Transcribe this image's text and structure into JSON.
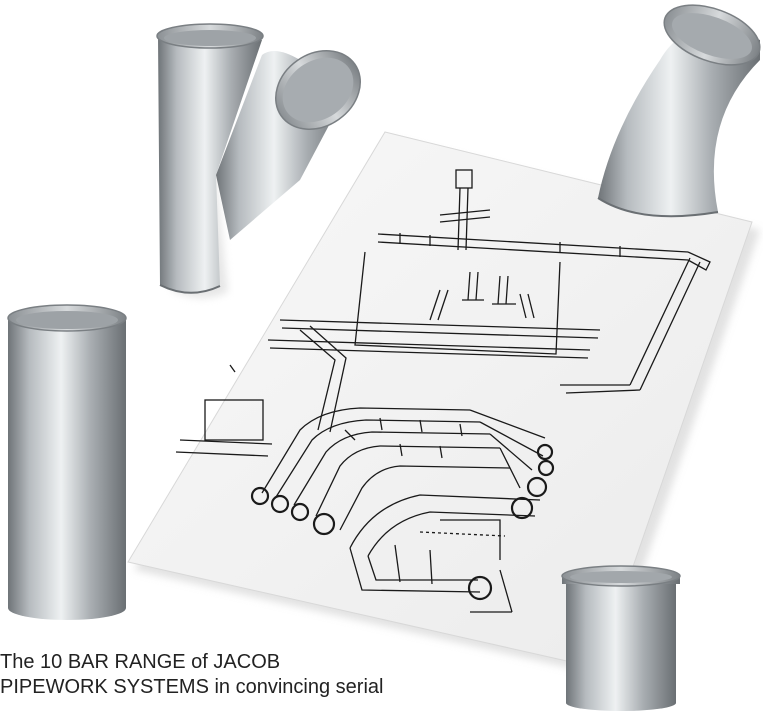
{
  "caption": {
    "line1": "The 10 BAR RANGE of JACOB",
    "line2": "PIPEWORK SYSTEMS in convincing serial"
  },
  "colors": {
    "background": "#ffffff",
    "paper": "#f4f4f4",
    "drawing_line": "#1a1a1a",
    "metal_dark": "#6f7478",
    "metal_mid": "#a9aeb2",
    "metal_light": "#e9ecee",
    "caption_text": "#222222"
  },
  "objects": {
    "blueprint": "pipework-technical-drawing",
    "parts": [
      "y-branch-pipe-icon",
      "bend-elbow-pipe-icon",
      "tall-straight-pipe-icon",
      "short-pipe-coupling-icon"
    ]
  }
}
